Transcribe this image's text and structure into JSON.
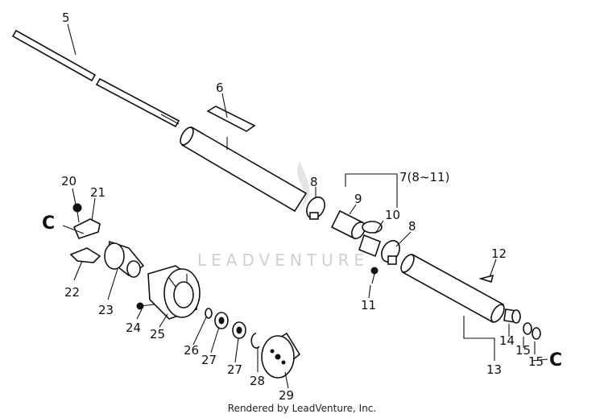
{
  "watermark": "LEADVENTURE",
  "footer": "Rendered by LeadVenture, Inc.",
  "labels": {
    "p5": "5",
    "p6": "6",
    "p7": "7(8~11)",
    "p8a": "8",
    "p8b": "8",
    "p9": "9",
    "p10": "10",
    "p11": "11",
    "p12": "12",
    "p13": "13",
    "p14": "14",
    "p15a": "15",
    "p15b": "15",
    "p20": "20",
    "p21": "21",
    "p22": "22",
    "p23": "23",
    "p24": "24",
    "p25": "25",
    "p26": "26",
    "p27a": "27",
    "p27b": "27",
    "p28": "28",
    "p29": "29",
    "cLeft": "C",
    "cRight": "C"
  }
}
